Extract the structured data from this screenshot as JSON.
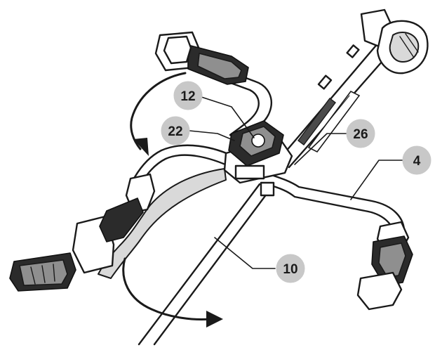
{
  "callouts": [
    {
      "id": "12",
      "label": "12"
    },
    {
      "id": "22",
      "label": "22"
    },
    {
      "id": "26",
      "label": "26"
    },
    {
      "id": "4",
      "label": "4"
    },
    {
      "id": "10",
      "label": "10"
    }
  ],
  "colors": {
    "ink": "#1a1a1a",
    "callout_fill": "#c8c8c8",
    "handle_dark": "#2b2b2b",
    "shade_grey": "#d9d9d9"
  }
}
